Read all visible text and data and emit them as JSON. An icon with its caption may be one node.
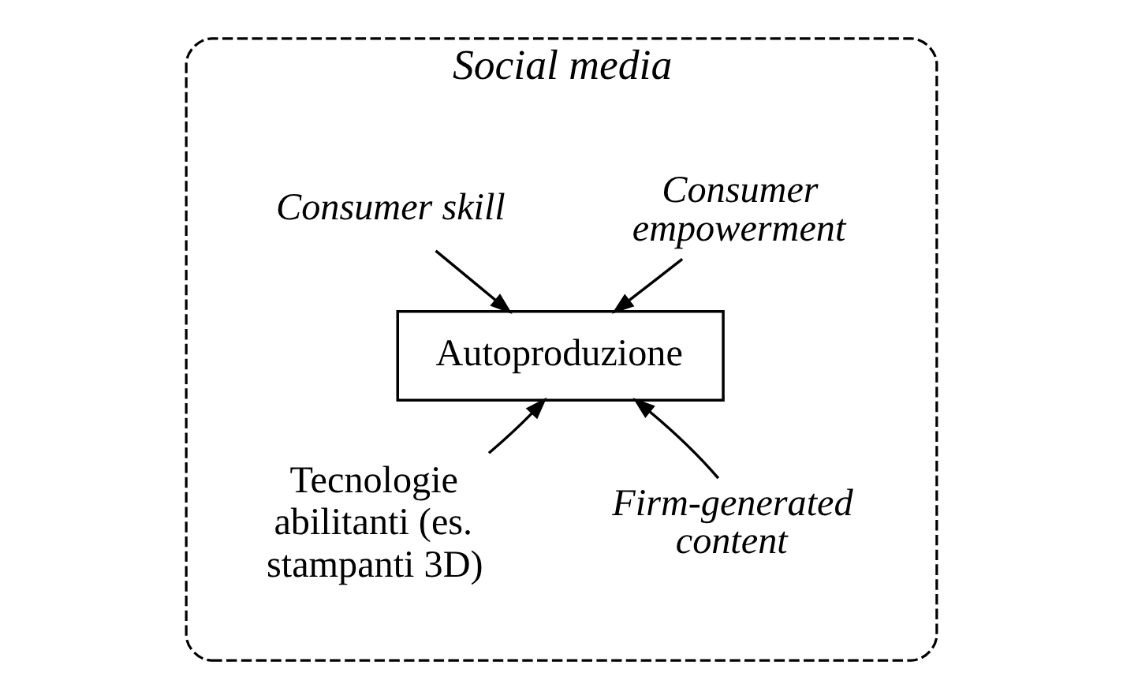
{
  "diagram": {
    "nodes": [
      {
        "text": [
          "Social media"
        ]
      },
      {
        "text": [
          "Consumer empowerment"
        ],
        "in": 0
      },
      {
        "text": [
          "Consumer skill"
        ],
        "in": 0
      },
      {
        "text": [
          "Autoproduzione"
        ],
        "in": 0
      },
      {
        "text": [
          "Tecnologie abilitanti (es. stampanti 3D)"
        ],
        "in": 0
      },
      {
        "text": [
          "Firm-generated content"
        ],
        "in": 0
      }
    ],
    "edges": [
      {
        "from": 1,
        "to": 3,
        "arrow": "to"
      },
      {
        "from": 2,
        "to": 3,
        "arrow": "to"
      },
      {
        "from": 4,
        "to": 3,
        "arrow": "to"
      },
      {
        "from": 5,
        "to": 3,
        "arrow": "to"
      }
    ]
  }
}
